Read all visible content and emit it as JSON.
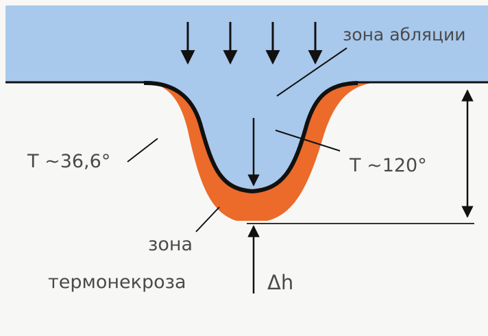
{
  "labels": {
    "ablation_zone": "зона абляции",
    "body_temperature": "T ~36,6°",
    "ablation_temperature": "T ~120°",
    "necrosis_line1": "зона",
    "necrosis_line2": "термонекроза",
    "depth": "Δh"
  },
  "colors": {
    "ablation_zone": "#a8c8ec",
    "necrosis_zone": "#ec6a2a",
    "boundary": "#111111",
    "tissue": "#f7f7f5",
    "text": "#4a4a4a"
  }
}
